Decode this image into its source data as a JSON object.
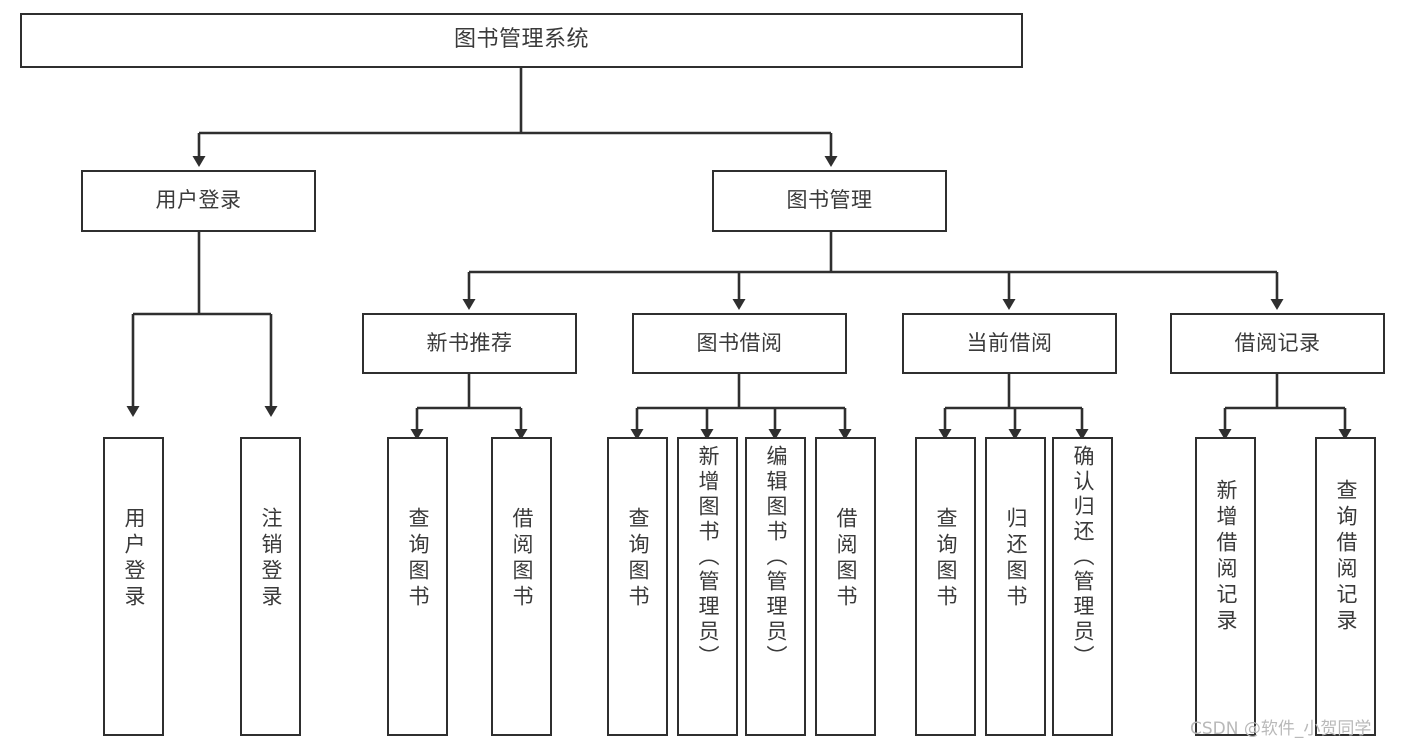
{
  "diagram": {
    "type": "tree-hierarchy-flowchart",
    "title": "图书管理系统",
    "stroke_color": "#2f2f2f",
    "text_color": "#3a3a3a",
    "background_color": "#ffffff",
    "levels": 4
  },
  "nodes": {
    "root": {
      "label": "图书管理系统"
    },
    "level2": [
      {
        "label": "用户登录"
      },
      {
        "label": "图书管理"
      }
    ],
    "level3": [
      {
        "label": "新书推荐"
      },
      {
        "label": "图书借阅"
      },
      {
        "label": "当前借阅"
      },
      {
        "label": "借阅记录"
      }
    ],
    "leaves_user_login": [
      {
        "label": "用户登录"
      },
      {
        "label": "注销登录"
      }
    ],
    "leaves_new_books": [
      {
        "label": "查询图书"
      },
      {
        "label": "借阅图书"
      }
    ],
    "leaves_borrow": [
      {
        "label": "查询图书"
      },
      {
        "label": "新增图书（管理员）"
      },
      {
        "label": "编辑图书（管理员）"
      },
      {
        "label": "借阅图书"
      }
    ],
    "leaves_current": [
      {
        "label": "查询图书"
      },
      {
        "label": "归还图书"
      },
      {
        "label": "确认归还（管理员）"
      }
    ],
    "leaves_records": [
      {
        "label": "新增借阅记录"
      },
      {
        "label": "查询借阅记录"
      }
    ]
  },
  "watermark": {
    "text": "CSDN @软件_小贺同学"
  }
}
